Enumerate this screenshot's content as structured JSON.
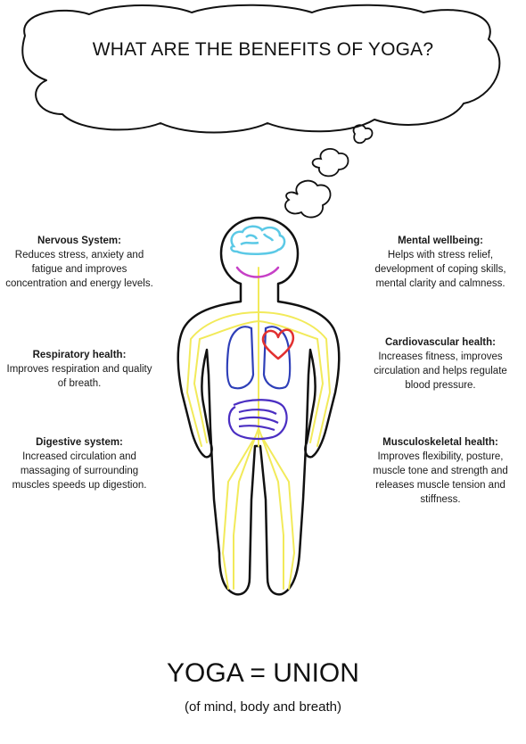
{
  "title": "WHAT ARE THE BENEFITS OF YOGA?",
  "benefits_left": [
    {
      "title": "Nervous System:",
      "text": "Reduces stress, anxiety and fatigue and improves concentration and energy levels."
    },
    {
      "title": "Respiratory health:",
      "text": "Improves respiration and quality of breath."
    },
    {
      "title": "Digestive system:",
      "text": "Increased circulation and massaging of surrounding muscles speeds up digestion."
    }
  ],
  "benefits_right": [
    {
      "title": "Mental wellbeing:",
      "text": "Helps with stress relief, development of coping skills, mental clarity and calmness."
    },
    {
      "title": "Cardiovascular health:",
      "text": "Increases fitness, improves circulation and helps regulate blood pressure."
    },
    {
      "title": "Musculoskeletal health:",
      "text": "Improves flexibility, posture, muscle tone and strength and releases muscle tension and stiffness."
    }
  ],
  "footer": {
    "main": "YOGA = UNION",
    "sub": "(of mind, body and breath)"
  },
  "colors": {
    "outline": "#111111",
    "brain": "#5bc9e6",
    "smile": "#c640c6",
    "lungs": "#2e3fb8",
    "heart": "#e23030",
    "intestines": "#4a2ec2",
    "nerves": "#f2ea5a"
  }
}
